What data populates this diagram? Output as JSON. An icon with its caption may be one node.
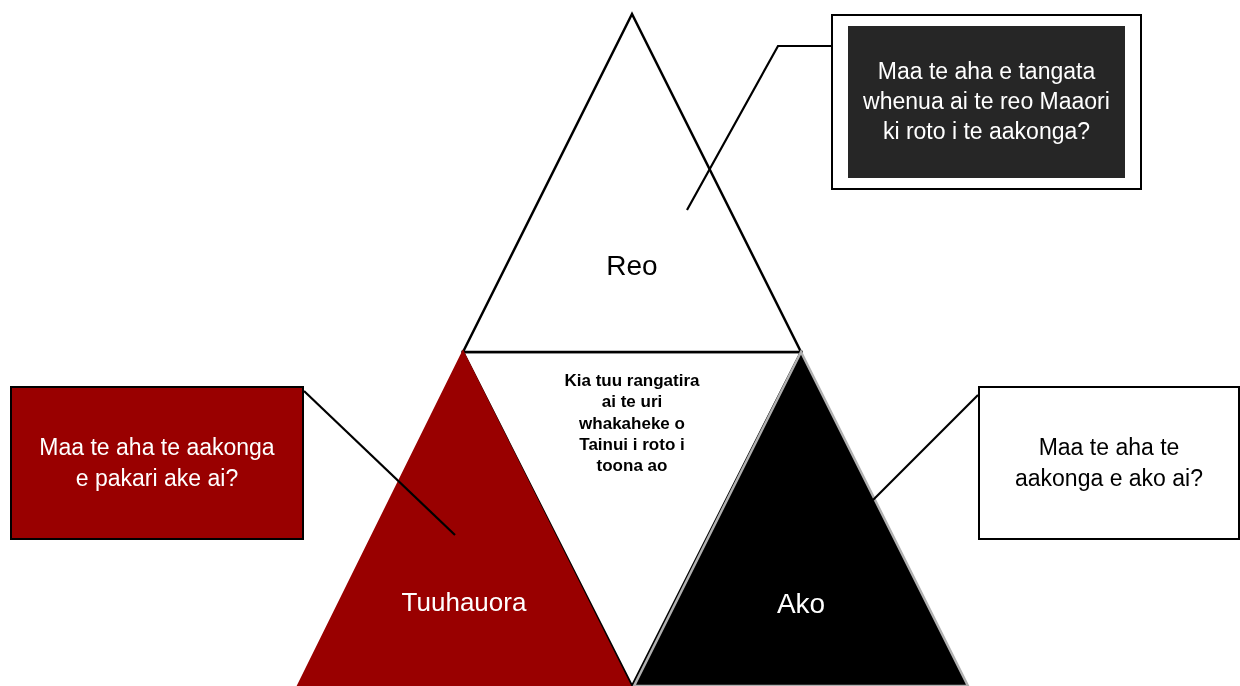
{
  "diagram": {
    "nodes": [
      {
        "text": [
          "Reo"
        ]
      },
      {
        "text": [
          "Maa te aha e tangata whenua ai te reo Maaori ki roto i te aakonga?"
        ]
      },
      {
        "text": [
          "Maa te aha te aakonga e pakari ake ai?"
        ]
      },
      {
        "text": [
          "Tuuhauora"
        ]
      },
      {
        "text": [
          "Kia tuu rangatira ai te uri whakaheke o Tainui i roto i toona ao"
        ]
      },
      {
        "text": [
          "Ako"
        ]
      },
      {
        "text": [
          "Maa te aha te aakonga e ako ai?"
        ]
      }
    ],
    "edges": [
      {
        "from": 1,
        "to": 0,
        "arrow": "none"
      },
      {
        "from": 2,
        "to": 3,
        "arrow": "none"
      },
      {
        "from": 6,
        "to": 5,
        "arrow": "none"
      }
    ]
  }
}
